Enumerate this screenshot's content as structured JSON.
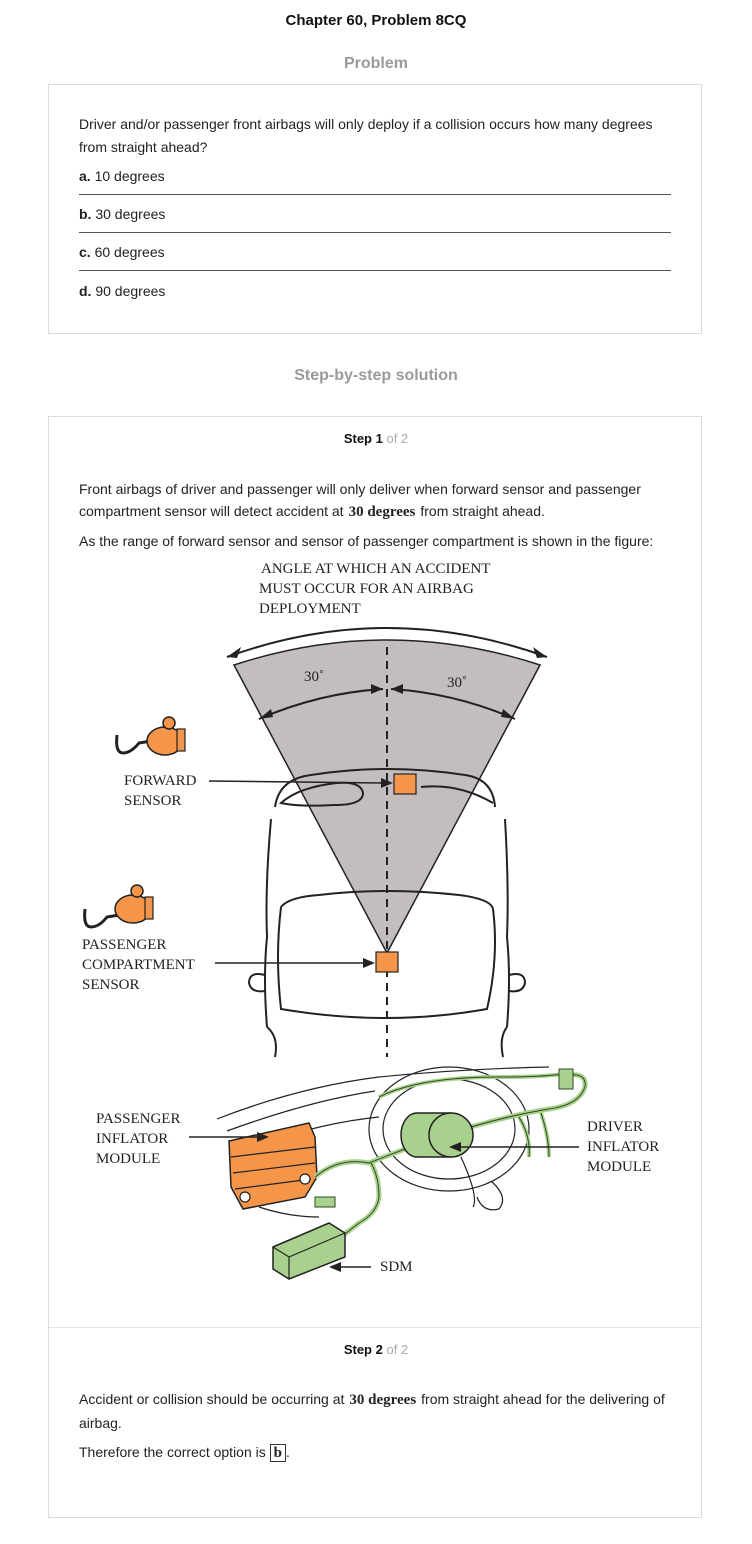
{
  "page_title": "Chapter 60, Problem 8CQ",
  "problem_heading": "Problem",
  "question": "Driver and/or passenger front airbags will only deploy if a collision occurs how many degrees from straight ahead?",
  "options": [
    {
      "letter": "a.",
      "text": "10 degrees"
    },
    {
      "letter": "b.",
      "text": "30 degrees"
    },
    {
      "letter": "c.",
      "text": "60 degrees"
    },
    {
      "letter": "d.",
      "text": "90 degrees"
    }
  ],
  "solution_heading": "Step-by-step solution",
  "step1": {
    "label": "Step 1",
    "of": "of 2",
    "para1_a": "Front airbags of driver and passenger will only deliver when forward sensor and passenger compartment sensor will detect accident at",
    "para1_emph": "30 degrees",
    "para1_b": "from straight ahead.",
    "para2": "As the range of forward sensor and sensor of passenger compartment is shown in the figure:"
  },
  "figure": {
    "title_lines": [
      "ANGLE AT WHICH AN ACCIDENT",
      "MUST OCCUR FOR AN AIRBAG",
      "DEPLOYMENT"
    ],
    "left_angle": "30˚",
    "right_angle": "30˚",
    "forward_sensor": [
      "FORWARD",
      "SENSOR"
    ],
    "passenger_sensor": [
      "PASSENGER",
      "COMPARTMENT",
      "SENSOR"
    ],
    "passenger_inflator": [
      "PASSENGER",
      "INFLATOR",
      "MODULE"
    ],
    "driver_inflator": [
      "DRIVER",
      "INFLATOR",
      "MODULE"
    ],
    "sdm": "SDM",
    "colors": {
      "sector": "#c4bdbd",
      "sensor": "#f5954a",
      "module_green": "#a9d18e"
    }
  },
  "step2": {
    "label": "Step 2",
    "of": "of 2",
    "para1_a": "Accident or collision should be occurring at",
    "para1_emph": "30 degrees",
    "para1_b": "from straight ahead for the delivering of airbag.",
    "para2_a": "Therefore the correct option is",
    "answer": "b",
    "para2_b": "."
  }
}
